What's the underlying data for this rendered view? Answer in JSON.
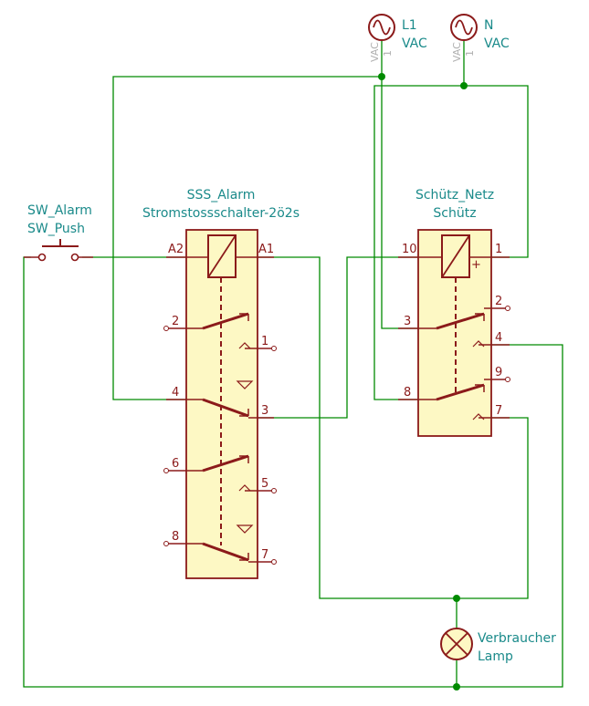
{
  "colors": {
    "wire": "#008a00",
    "component_outline": "#8b1a1a",
    "component_fill": "#fdf8c4",
    "label_text": "#1a8a8a",
    "pin_text": "#8b1a1a",
    "ghost_text": "#b0b0b0",
    "background": "#ffffff"
  },
  "sources": [
    {
      "ref": "L1",
      "value": "VAC",
      "ghost": "VAC",
      "pin": "1"
    },
    {
      "ref": "N",
      "value": "VAC",
      "ghost": "VAC",
      "pin": "1"
    }
  ],
  "switch": {
    "ref": "SW_Alarm",
    "value": "SW_Push"
  },
  "sss": {
    "ref": "SSS_Alarm",
    "value": "Stromstossschalter-2ö2s",
    "pins": {
      "a2": "A2",
      "a1": "A1",
      "p2": "2",
      "p1": "1",
      "p4": "4",
      "p3": "3",
      "p6": "6",
      "p5": "5",
      "p8": "8",
      "p7": "7"
    }
  },
  "contactor": {
    "ref": "Schütz_Netz",
    "value": "Schütz",
    "plus": "+",
    "pins": {
      "p10": "10",
      "p1": "1",
      "p3": "3",
      "p2": "2",
      "p4": "4",
      "p8": "8",
      "p9": "9",
      "p7": "7"
    }
  },
  "lamp": {
    "ref": "Verbraucher",
    "value": "Lamp"
  }
}
